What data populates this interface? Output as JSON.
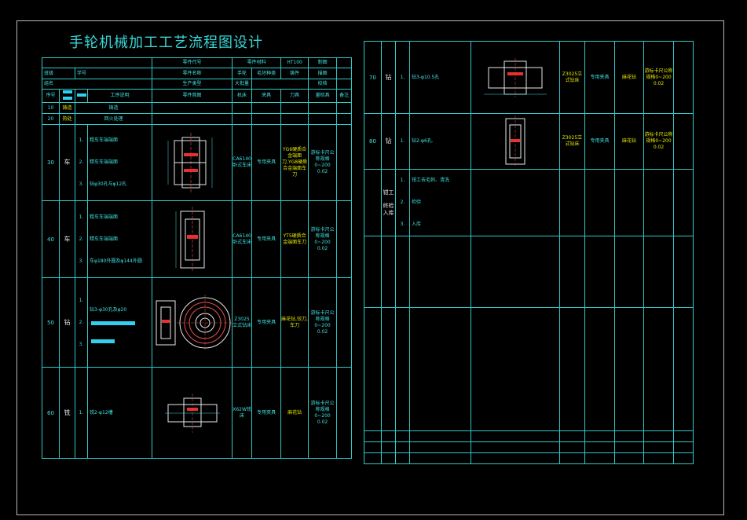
{
  "title": "手轮机械加工工艺流程图设计",
  "header": {
    "part_code": "零件代号",
    "part_name": "零件名称",
    "product_model": "生产类型",
    "product_type_value": "大批量",
    "material": "零件材料",
    "material_value": "HT100",
    "blank_type": "毛坯种类",
    "blank_value": "铸件",
    "hand_wheel": "手轮",
    "drawn": "制图",
    "check": "描图",
    "review": "校核",
    "class": "班级",
    "student_no": "学号",
    "group": "组名"
  },
  "columns": {
    "seq": "序号",
    "step_desc": "工序说明",
    "sketch": "零件简图",
    "machine": "机床",
    "fixture": "夹具",
    "tool": "刀具",
    "measure": "量检具",
    "remark": "备注"
  },
  "left_rows": [
    {
      "seq": "10",
      "proc": "铸造",
      "desc": "铸造"
    },
    {
      "seq": "20",
      "proc": "热处",
      "desc": "回火处理"
    },
    {
      "seq": "30",
      "proc": "车",
      "steps": [
        "粗车车端端面",
        "精车车端端面",
        "钻φ30孔与φ12孔"
      ],
      "machine": "CA6140卧式车床",
      "fixture": "专用夹具",
      "tool": "YG6硬质合金端面刀,YG8硬质合金端面车刀",
      "measure": "游标卡尺公称规格0~200 0.02"
    },
    {
      "seq": "40",
      "proc": "车",
      "steps": [
        "粗车车端端面",
        "精车车端端面",
        "车φ180外圆及φ144外圆"
      ],
      "machine": "CA6140卧式车床",
      "fixture": "专用夹具",
      "tool": "YT5硬质合金端面车刀",
      "measure": "游标卡尺公称规格0~200 0.02"
    },
    {
      "seq": "50",
      "proc": "钻",
      "steps": [
        "钻3-φ30孔及φ20",
        "",
        ""
      ],
      "machine": "Z3025立式钻床",
      "fixture": "专用夹具",
      "tool": "麻花钻,铰刀,车刀",
      "measure": "游标卡尺公称规格0~200 0.02"
    },
    {
      "seq": "60",
      "proc": "铣",
      "steps": [
        "铣2-φ12槽"
      ],
      "machine": "X62W铣床",
      "fixture": "专用夹具",
      "tool": "麻花钻",
      "measure": "游标卡尺公称规格0~200 0.02"
    }
  ],
  "right_rows": [
    {
      "seq": "70",
      "proc": "钻",
      "steps": [
        "钻3-φ10.5孔"
      ],
      "machine": "Z3025立式钻床",
      "fixture": "专用夹具",
      "tool": "麻花钻",
      "measure": "游标卡尺公称规格0~200 0.02"
    },
    {
      "seq": "80",
      "proc": "钻",
      "steps": [
        "钻2-φ6孔."
      ],
      "machine": "Z3025立式钻床",
      "fixture": "专用夹具",
      "tool": "麻花钻",
      "measure": "游标卡尺公称规格0~200 0.02"
    },
    {
      "seq": "",
      "proc": "钳工",
      "proc2": "终检入库",
      "steps": [
        "钳工去毛刺、清洗",
        "检验",
        "入库"
      ]
    }
  ],
  "step_nums": [
    "1.",
    "2.",
    "3."
  ]
}
